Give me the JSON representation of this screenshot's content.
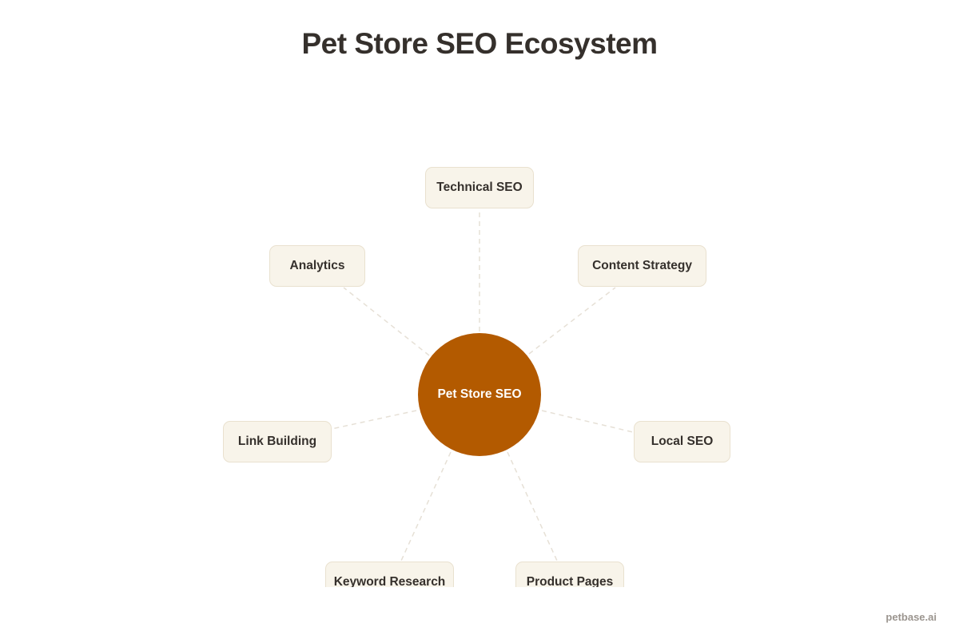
{
  "title": "Pet Store SEO Ecosystem",
  "hub": {
    "label": "Pet Store SEO",
    "color": "#b35a00"
  },
  "nodes": [
    {
      "label": "Technical SEO"
    },
    {
      "label": "Content Strategy"
    },
    {
      "label": "Local SEO"
    },
    {
      "label": "Product Pages"
    },
    {
      "label": "Keyword Research"
    },
    {
      "label": "Link Building"
    },
    {
      "label": "Analytics"
    }
  ],
  "footer": "petbase.ai"
}
